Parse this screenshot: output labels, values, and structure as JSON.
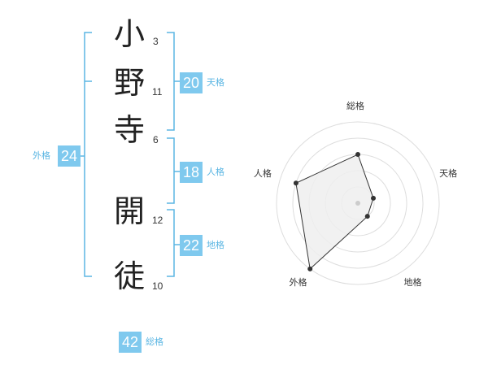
{
  "name": {
    "characters": [
      {
        "char": "小",
        "strokes": "3"
      },
      {
        "char": "野",
        "strokes": "11"
      },
      {
        "char": "寺",
        "strokes": "6"
      },
      {
        "char": "開",
        "strokes": "12"
      },
      {
        "char": "徒",
        "strokes": "10"
      }
    ]
  },
  "kaku": {
    "tenkaku": {
      "value": "20",
      "label": "天格"
    },
    "jinkaku": {
      "value": "18",
      "label": "人格"
    },
    "chikaku": {
      "value": "22",
      "label": "地格"
    },
    "gaikaku": {
      "value": "24",
      "label": "外格"
    },
    "soukaku": {
      "value": "42",
      "label": "総格"
    }
  },
  "chart_data": {
    "type": "radar",
    "axes": [
      "総格",
      "天格",
      "地格",
      "外格",
      "人格"
    ],
    "values": [
      3,
      1,
      1,
      5,
      4
    ],
    "scale_max": 5,
    "rings": 5,
    "colors": {
      "ring": "#dddddd",
      "fill": "#eeeeee",
      "stroke": "#333333",
      "point": "#333333",
      "center": "#cccccc"
    }
  },
  "colors": {
    "accent": "#7fc9ee",
    "bracket": "#5bb6e3",
    "label": "#5bb6e3"
  }
}
